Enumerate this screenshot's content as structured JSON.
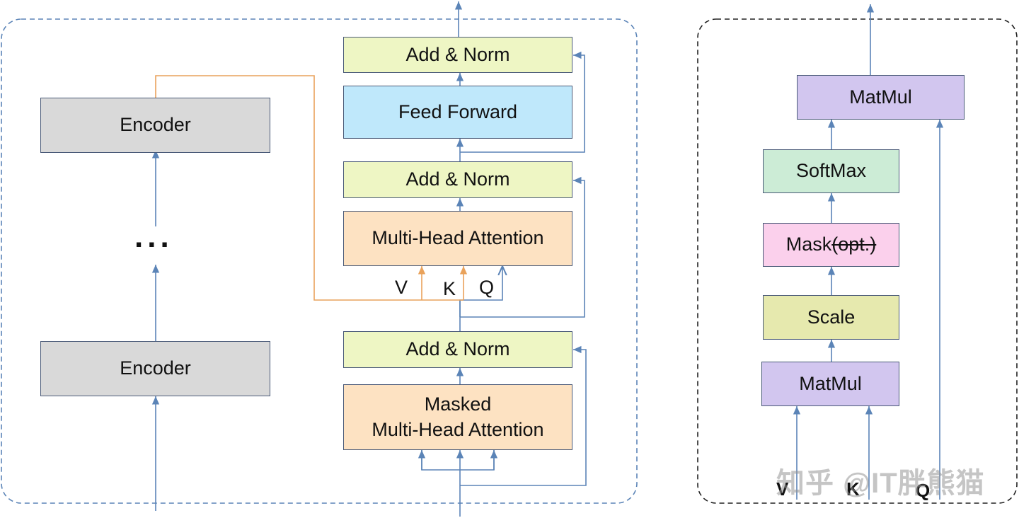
{
  "decoder_stack": {
    "encoder_top": "Encoder",
    "encoder_bottom": "Encoder",
    "ellipsis": "...",
    "add_norm_top": "Add & Norm",
    "feed_forward": "Feed Forward",
    "add_norm_mid": "Add & Norm",
    "multi_head_attention": "Multi-Head Attention",
    "input_v": "V",
    "input_k": "K",
    "input_q": "Q",
    "add_norm_bottom": "Add & Norm",
    "masked_mha_line1": "Masked",
    "masked_mha_line2": "Multi-Head Attention"
  },
  "attention_detail": {
    "matmul_top": "MatMul",
    "softmax": "SoftMax",
    "mask_prefix": "Mask",
    "mask_optional": "(opt.)",
    "scale": "Scale",
    "matmul_bottom": "MatMul",
    "input_v": "V",
    "input_k": "K",
    "input_q": "Q"
  },
  "watermark": "知乎 @IT胖熊猫",
  "colors": {
    "blue_line": "#5b84b7",
    "orange_line": "#e9a25b",
    "encoder": "#d9d9d9",
    "add_norm": "#eef6c4",
    "feed_forward": "#bfe8fb",
    "attention": "#fde2c2",
    "matmul": "#d2c6ef",
    "softmax": "#ccecd6",
    "mask": "#fbd0ec",
    "scale": "#e6e9ae"
  }
}
